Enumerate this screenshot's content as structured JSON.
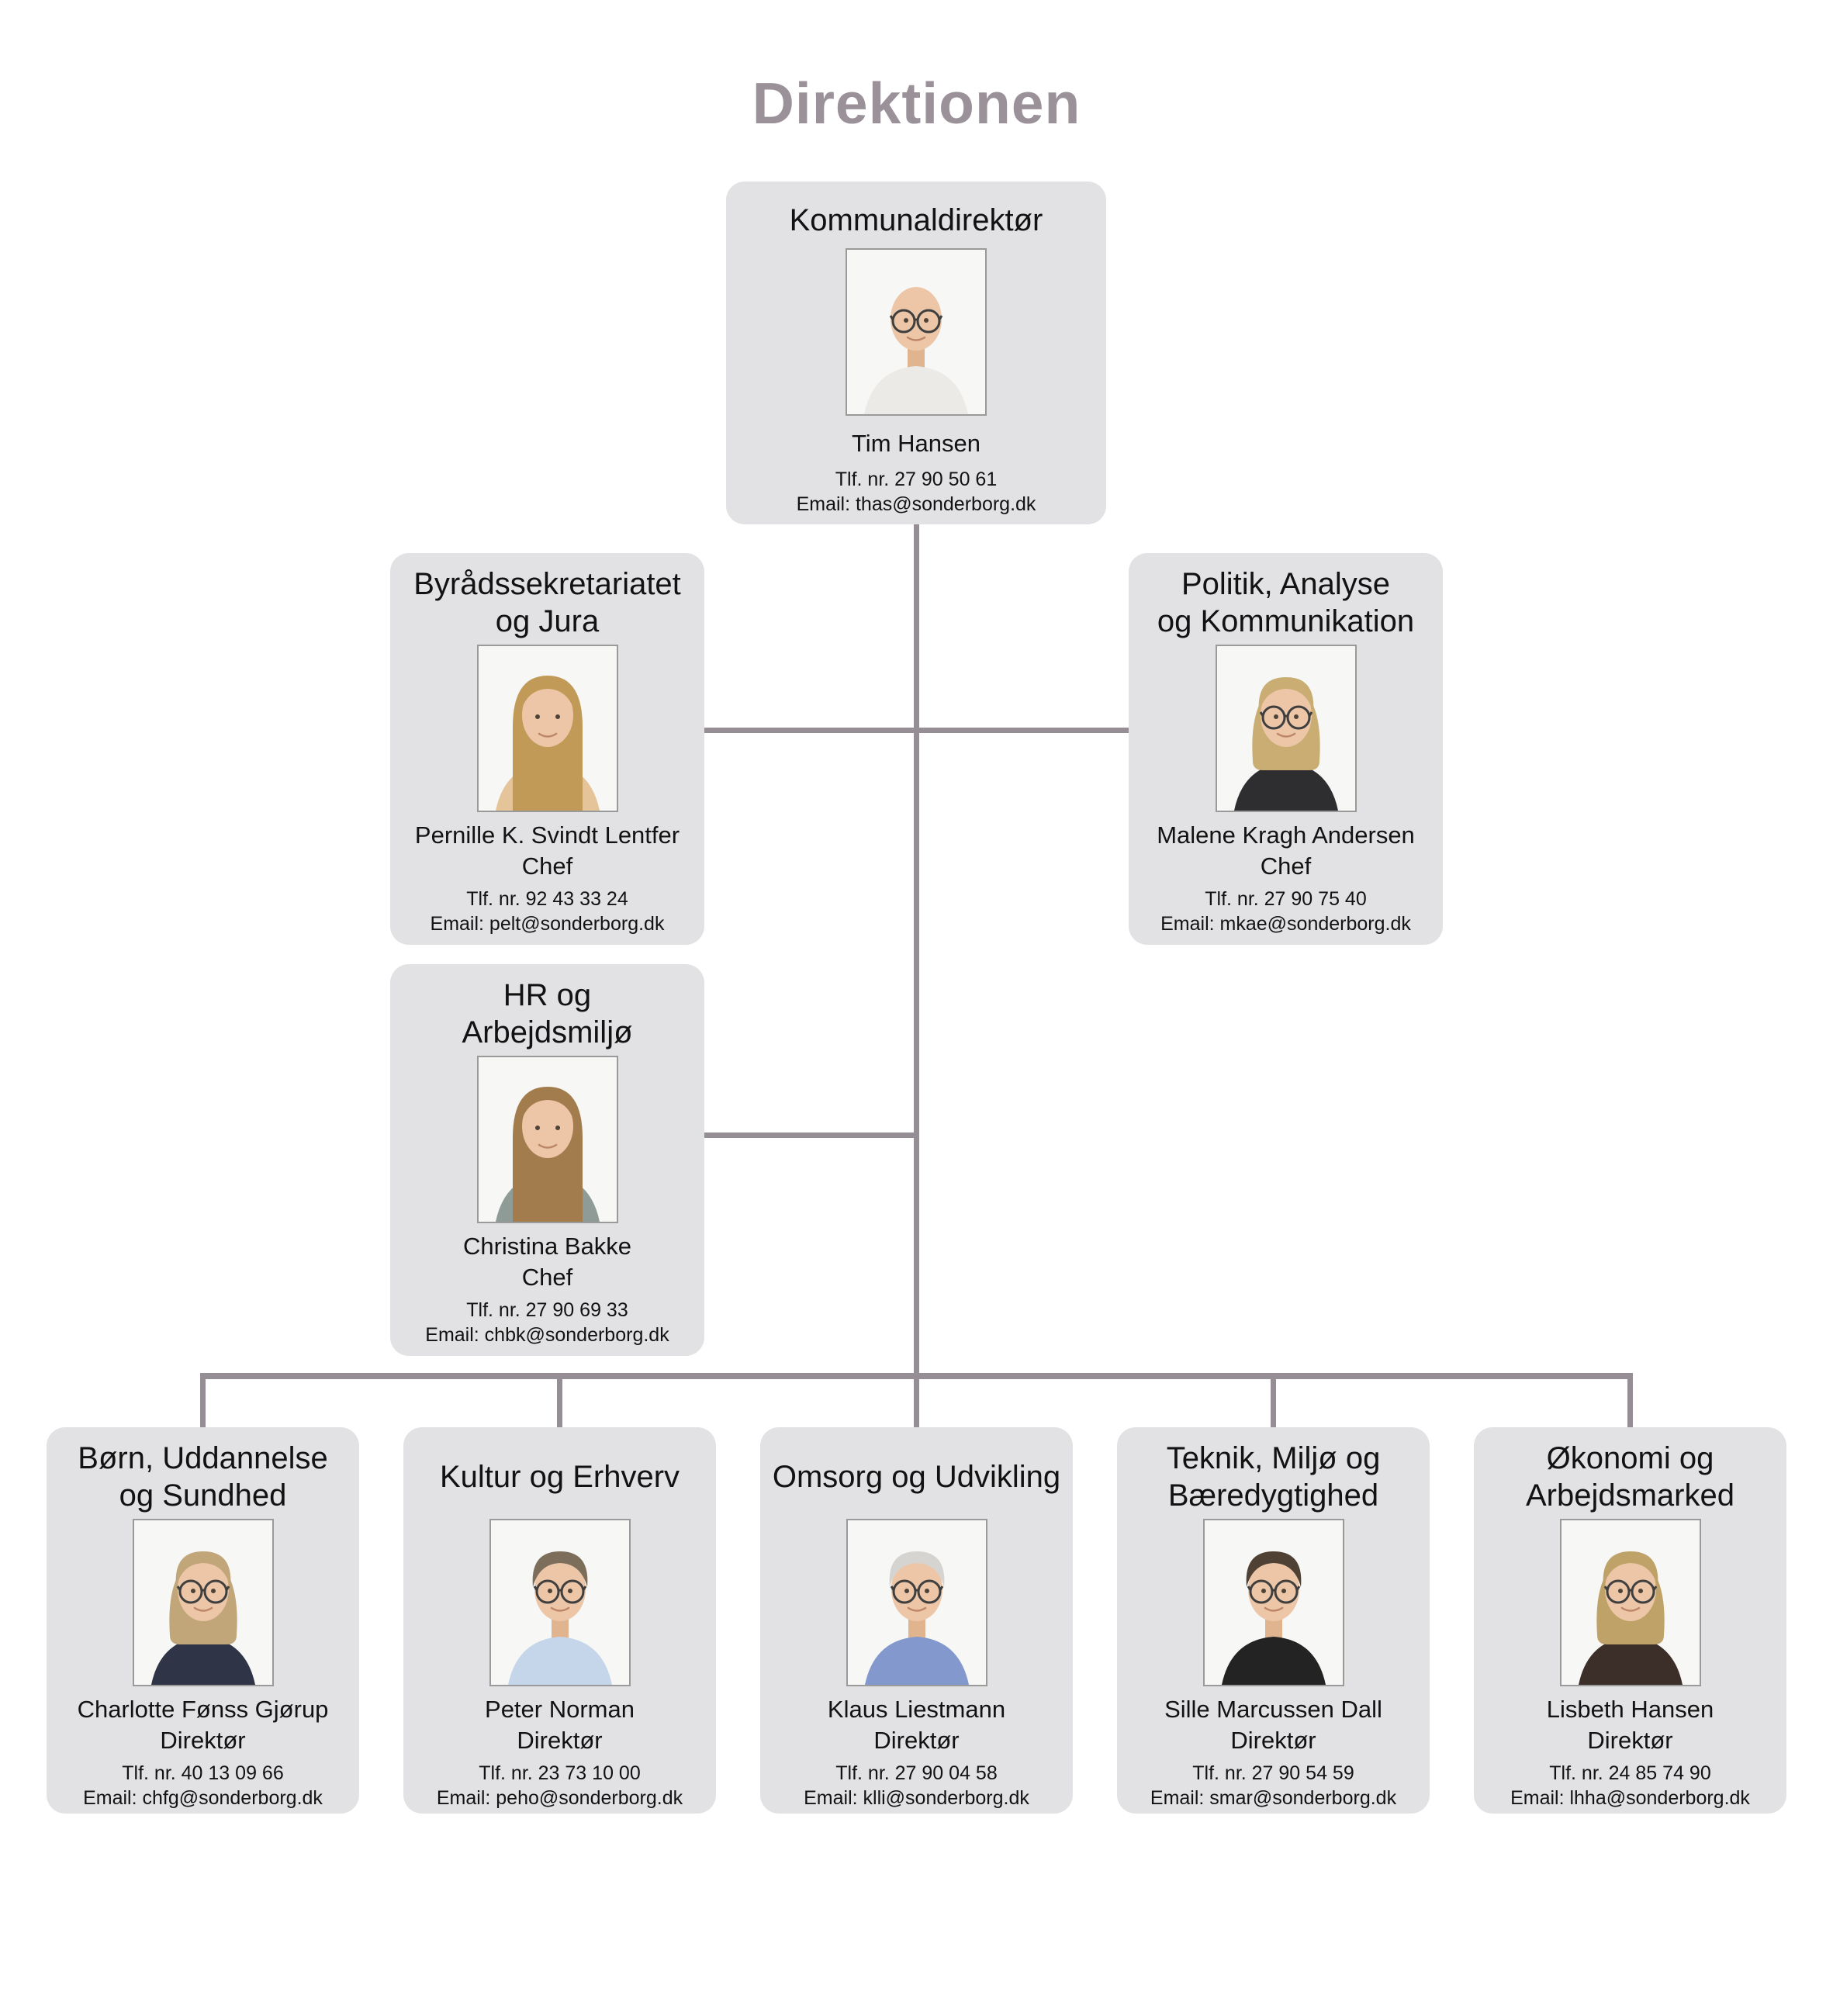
{
  "page": {
    "title": "Direktionen"
  },
  "colors": {
    "title": "#9b9199",
    "line": "#968e95",
    "card_bg": "#e2e2e4",
    "photo_frame": "#9a9a9a",
    "photo_bg": "#f7f7f6",
    "text": "#121212"
  },
  "hierarchy": {
    "root": "kommunaldirektor",
    "staff_level2": [
      "byradssekretariatet-og-jura",
      "politik-analyse-og-kommunikation"
    ],
    "staff_level3": [
      "hr-og-arbejdsmiljo"
    ],
    "bottom_row": [
      "born-uddannelse-og-sundhed",
      "kultur-og-erhverv",
      "omsorg-og-udvikling",
      "teknik-miljo-og-baeredygtighed",
      "okonomi-og-arbejdsmarked"
    ]
  },
  "cards": [
    {
      "id": "kommunaldirektor",
      "department_lines": [
        "Kommunaldirektør"
      ],
      "name": "Tim Hansen",
      "role": "",
      "phone": "Tlf. nr. 27 90 50 61",
      "email": "Email: thas@sonderborg.dk",
      "photo": {
        "icon": "person-portrait",
        "hairstyle": "bald",
        "hair": "#c9b9a8",
        "shirt": "#eceae6",
        "glasses": true
      }
    },
    {
      "id": "byradssekretariatet-og-jura",
      "department_lines": [
        "Byrådssekretariatet",
        "og Jura"
      ],
      "name": "Pernille K. Svindt Lentfer",
      "role": "Chef",
      "phone": "Tlf. nr. 92 43 33 24",
      "email": "Email: pelt@sonderborg.dk",
      "photo": {
        "icon": "person-portrait",
        "hairstyle": "long",
        "hair": "#c29a58",
        "shirt": "#e6c49a",
        "glasses": false
      }
    },
    {
      "id": "politik-analyse-og-kommunikation",
      "department_lines": [
        "Politik, Analyse",
        "og Kommunikation"
      ],
      "name": "Malene Kragh Andersen",
      "role": "Chef",
      "phone": "Tlf. nr. 27 90 75 40",
      "email": "Email: mkae@sonderborg.dk",
      "photo": {
        "icon": "person-portrait",
        "hairstyle": "bob",
        "hair": "#c9ad72",
        "shirt": "#2e2d2f",
        "glasses": true
      }
    },
    {
      "id": "hr-og-arbejdsmiljo",
      "department_lines": [
        "HR og",
        "Arbejdsmiljø"
      ],
      "name": "Christina Bakke",
      "role": "Chef",
      "phone": "Tlf. nr. 27 90 69 33",
      "email": "Email: chbk@sonderborg.dk",
      "photo": {
        "icon": "person-portrait",
        "hairstyle": "long",
        "hair": "#a37c4e",
        "shirt": "#8f9b97",
        "glasses": false
      }
    },
    {
      "id": "born-uddannelse-og-sundhed",
      "department_lines": [
        "Børn, Uddannelse",
        "og Sundhed"
      ],
      "name": "Charlotte Fønss Gjørup",
      "role": "Direktør",
      "phone": "Tlf. nr. 40 13 09 66",
      "email": "Email: chfg@sonderborg.dk",
      "photo": {
        "icon": "person-portrait",
        "hairstyle": "bob",
        "hair": "#c0a678",
        "shirt": "#2f3547",
        "glasses": true
      }
    },
    {
      "id": "kultur-og-erhverv",
      "department_lines": [
        "Kultur og Erhverv"
      ],
      "name": "Peter Norman",
      "role": "Direktør",
      "phone": "Tlf. nr. 23 73 10 00",
      "email": "Email: peho@sonderborg.dk",
      "photo": {
        "icon": "person-portrait",
        "hairstyle": "short",
        "hair": "#7d6e5c",
        "shirt": "#c5d6ea",
        "glasses": true
      }
    },
    {
      "id": "omsorg-og-udvikling",
      "department_lines": [
        "Omsorg og Udvikling"
      ],
      "name": "Klaus Liestmann",
      "role": "Direktør",
      "phone": "Tlf. nr. 27 90 04 58",
      "email": "Email: klli@sonderborg.dk",
      "photo": {
        "icon": "person-portrait",
        "hairstyle": "short",
        "hair": "#d6d4d0",
        "shirt": "#8398cc",
        "glasses": true
      }
    },
    {
      "id": "teknik-miljo-og-baeredygtighed",
      "department_lines": [
        "Teknik, Miljø og",
        "Bæredygtighed"
      ],
      "name": "Sille Marcussen Dall",
      "role": "Direktør",
      "phone": "Tlf. nr. 27 90 54 59",
      "email": "Email: smar@sonderborg.dk",
      "photo": {
        "icon": "person-portrait",
        "hairstyle": "short",
        "hair": "#4f4134",
        "shirt": "#232323",
        "glasses": true
      }
    },
    {
      "id": "okonomi-og-arbejdsmarked",
      "department_lines": [
        "Økonomi og",
        "Arbejdsmarked"
      ],
      "name": "Lisbeth Hansen",
      "role": "Direktør",
      "phone": "Tlf. nr. 24 85 74 90",
      "email": "Email: lhha@sonderborg.dk",
      "photo": {
        "icon": "person-portrait",
        "hairstyle": "bob",
        "hair": "#bfa268",
        "shirt": "#3c2e28",
        "glasses": true
      }
    }
  ]
}
